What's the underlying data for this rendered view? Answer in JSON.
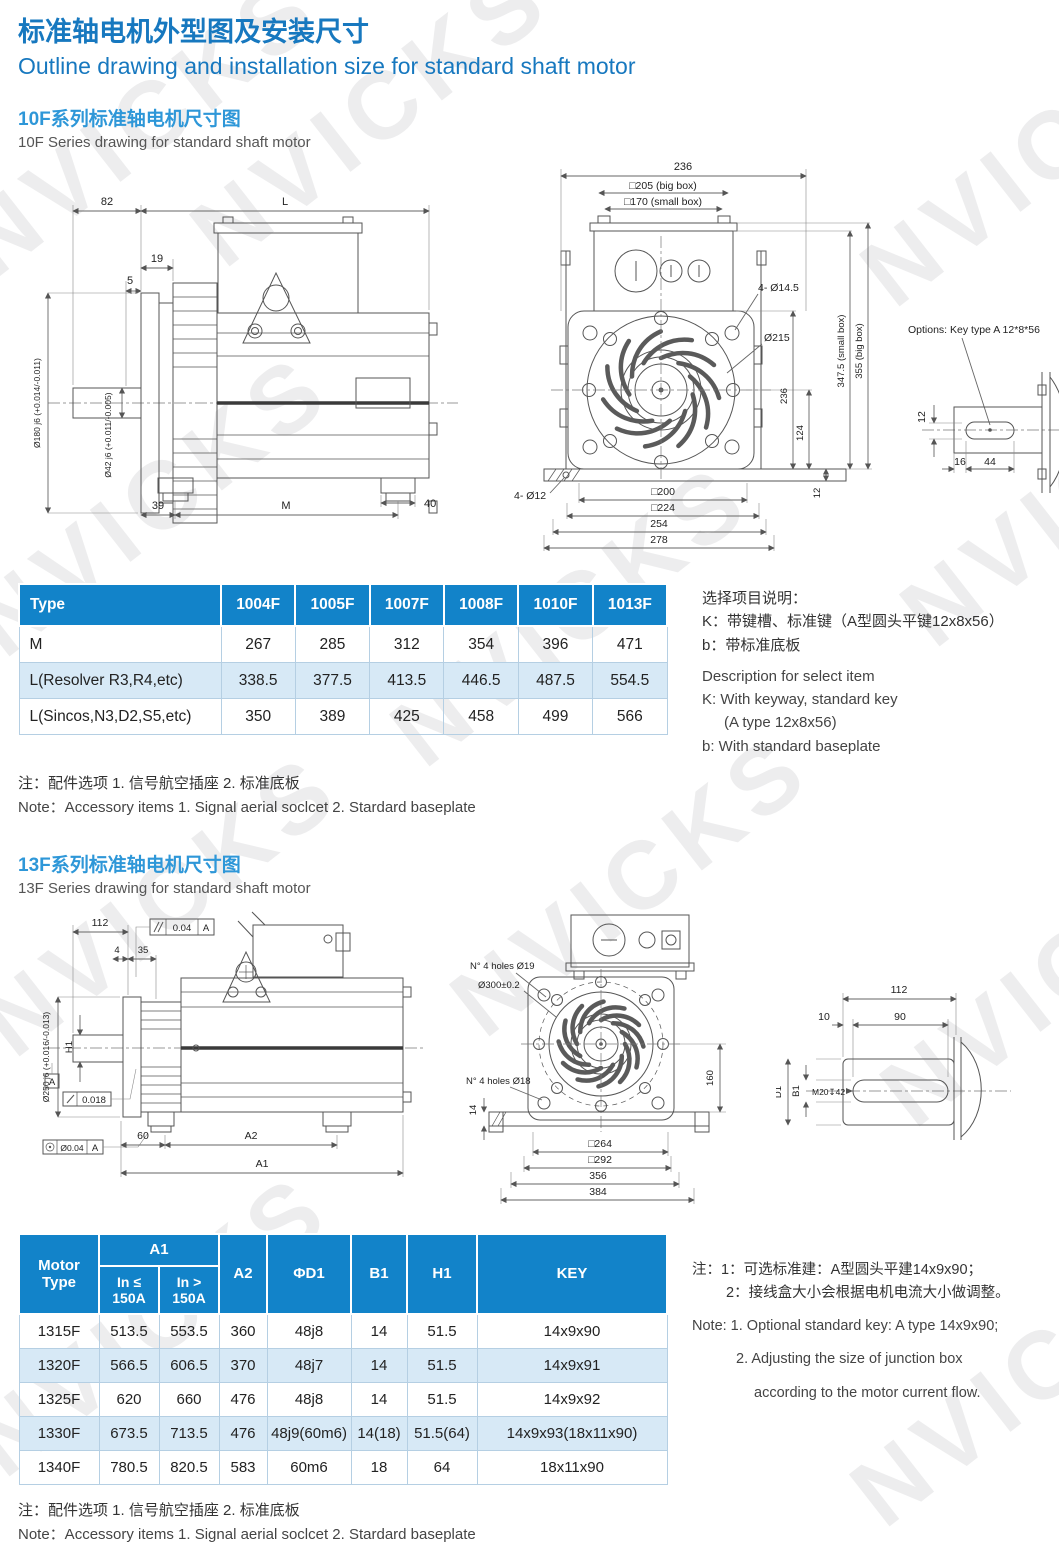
{
  "page": {
    "title_zh": "标准轴电机外型图及安装尺寸",
    "title_en": "Outline drawing and installation size for standard shaft motor",
    "watermark": "NVICKS"
  },
  "s10": {
    "heading_zh": "10F系列标准轴电机尺寸图",
    "heading_en": "10F Series drawing for standard shaft motor",
    "table": {
      "headers": [
        "Type",
        "1004F",
        "1005F",
        "1007F",
        "1008F",
        "1010F",
        "1013F"
      ],
      "rows": [
        {
          "label": "M",
          "values": [
            "267",
            "285",
            "312",
            "354",
            "396",
            "471"
          ]
        },
        {
          "label": "L(Resolver R3,R4,etc)",
          "values": [
            "338.5",
            "377.5",
            "413.5",
            "446.5",
            "487.5",
            "554.5"
          ]
        },
        {
          "label": "L(Sincos,N3,D2,S5,etc)",
          "values": [
            "350",
            "389",
            "425",
            "458",
            "499",
            "566"
          ]
        }
      ]
    },
    "select": {
      "zh_title": "选择项目说明：",
      "zh_k": "K：带键槽、标准键（A型圆头平键12x8x56）",
      "zh_b": "b：带标准底板",
      "en_title": "Description for select item",
      "en_k1": "K: With keyway, standard key",
      "en_k2": "(A type 12x8x56)",
      "en_b": "b: With standard baseplate"
    },
    "note_zh": "注：配件选项  1. 信号航空插座    2. 标准底板",
    "note_en": "Note：Accessory items  1. Signal aerial soclcet   2. Stardard baseplate",
    "drw": {
      "side": {
        "d82": "82",
        "dL": "L",
        "d19": "19",
        "d5": "5",
        "d180": "Ø180 j6 (+0.014/-0.011)",
        "d42": "Ø42 j6 (+0.011/-0.005)",
        "d39": "39",
        "dM": "M",
        "d40": "40"
      },
      "front": {
        "d236t": "236",
        "d205": "□205 (big box)",
        "d170": "□170 (small box)",
        "d145": "4- Ø14.5",
        "d215": "Ø215",
        "v347": "347.5 (small box)",
        "v355": "355 (big box)",
        "v236": "236",
        "v124": "124",
        "v12": "12",
        "d412": "4- Ø12",
        "d200": "□200",
        "d224": "□224",
        "d254": "254",
        "d278": "278"
      },
      "key": {
        "title": "Options: Key type A  12*8*56",
        "d12": "12",
        "d16": "16",
        "d44": "44"
      }
    }
  },
  "s13": {
    "heading_zh": "13F系列标准轴电机尺寸图",
    "heading_en": "13F Series drawing for standard shaft motor",
    "table": {
      "headers": {
        "motor": "Motor\nType",
        "a1": "A1",
        "le": "In ≤\n150A",
        "gt": "In >\n150A",
        "a2": "A2",
        "d1": "ΦD1",
        "b1": "B1",
        "h1": "H1",
        "key": "KEY"
      },
      "rows": [
        {
          "type": "1315F",
          "values": [
            "513.5",
            "553.5",
            "360",
            "48j8",
            "14",
            "51.5",
            "14x9x90"
          ]
        },
        {
          "type": "1320F",
          "values": [
            "566.5",
            "606.5",
            "370",
            "48j7",
            "14",
            "51.5",
            "14x9x91"
          ]
        },
        {
          "type": "1325F",
          "values": [
            "620",
            "660",
            "476",
            "48j8",
            "14",
            "51.5",
            "14x9x92"
          ]
        },
        {
          "type": "1330F",
          "values": [
            "673.5",
            "713.5",
            "476",
            "48j9(60m6)",
            "14(18)",
            "51.5(64)",
            "14x9x93(18x11x90)"
          ]
        },
        {
          "type": "1340F",
          "values": [
            "780.5",
            "820.5",
            "583",
            "60m6",
            "18",
            "64",
            "18x11x90"
          ]
        }
      ]
    },
    "keynotes": {
      "zh1": "注：1：可选标准建：A型圆头平建14x9x90；",
      "zh2": "2：接线盒大小会根据电机电流大小做调整。",
      "en1": "Note: 1. Optional standard key: A type 14x9x90;",
      "en2": "2. Adjusting the size of junction box",
      "en3": "according to the motor current flow."
    },
    "note_zh": "注：配件选项  1. 信号航空插座    2. 标准底板",
    "note_en": "Note：Accessory items  1. Signal aerial soclcet   2. Stardard baseplate",
    "drw": {
      "side": {
        "d112": "112",
        "fcf": "0.04",
        "fcfd": "A",
        "d4": "4",
        "d35": "35",
        "d250": "Ø250 j6 (+0.016/-0.013)",
        "dH1": "H1",
        "datum": "A",
        "slope": "0.018",
        "conc": "Ø0.04",
        "concd": "A",
        "d60": "60",
        "dA2": "A2",
        "dA1": "A1"
      },
      "front": {
        "holes19": "N° 4 holes Ø19",
        "d300": "Ø300±0.2",
        "holes18": "N° 4 holes Ø18",
        "d14": "14",
        "d160": "160",
        "d264": "□264",
        "d292": "□292",
        "d356": "356",
        "d384": "384"
      },
      "key": {
        "d112": "112",
        "d10": "10",
        "d90": "90",
        "dD1": "D1",
        "dB1": "B1",
        "m20": "M20↧42"
      }
    }
  }
}
